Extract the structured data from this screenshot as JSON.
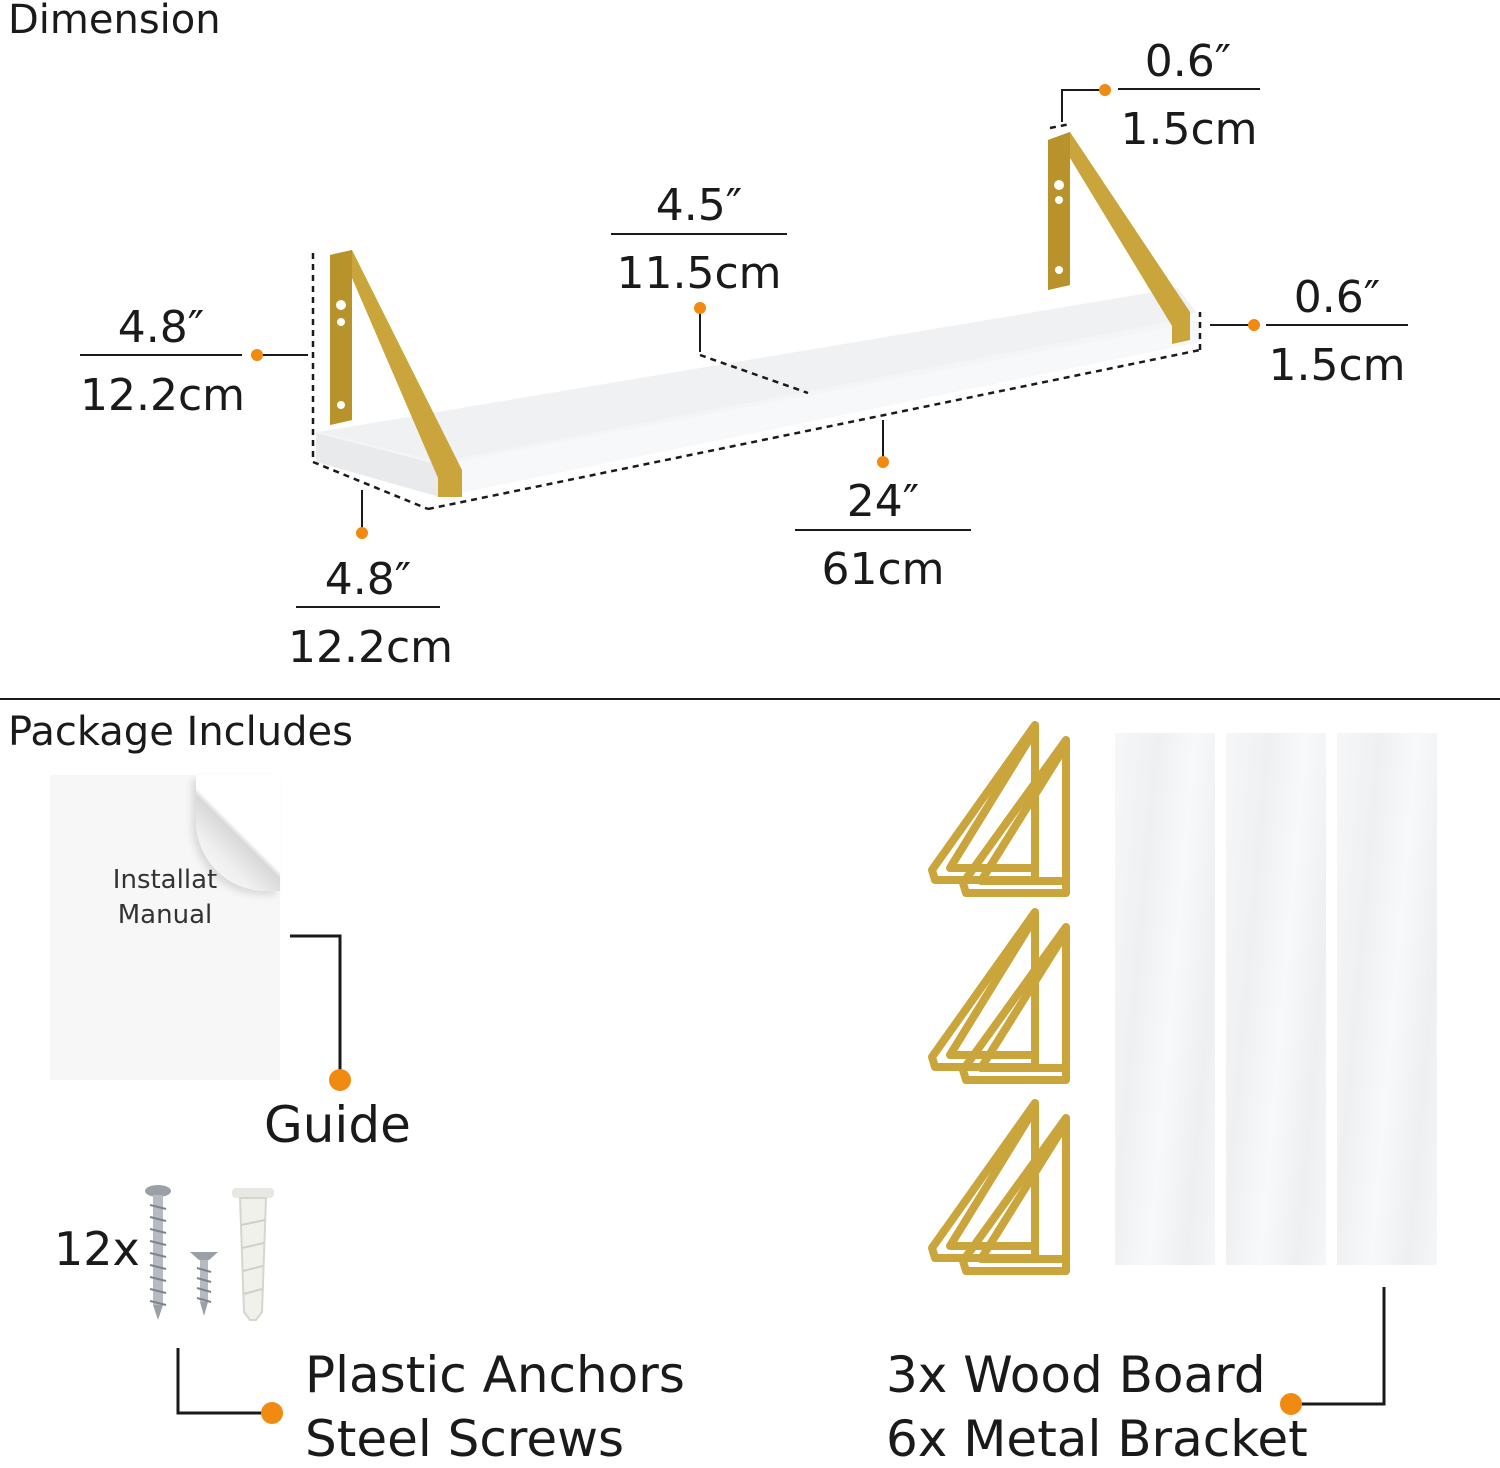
{
  "sections": {
    "dimension_title": "Dimension",
    "package_title": "Package Includes"
  },
  "dimensions": {
    "bracket_top_thickness": {
      "inch": "0.6″",
      "cm": "1.5cm"
    },
    "shelf_depth": {
      "inch": "4.5″",
      "cm": "11.5cm"
    },
    "bracket_height": {
      "inch": "4.8″",
      "cm": "12.2cm"
    },
    "bracket_width": {
      "inch": "0.6″",
      "cm": "1.5cm"
    },
    "shelf_length": {
      "inch": "24″",
      "cm": "61cm"
    },
    "bracket_depth": {
      "inch": "4.8″",
      "cm": "12.2cm"
    }
  },
  "package": {
    "manual_line1": "Installat",
    "manual_line2": "Manual",
    "guide_label": "Guide",
    "hardware_count": "12x",
    "hardware_line1": "Plastic Anchors",
    "hardware_line2": "Steel Screws",
    "boards_line1": "3x Wood Board",
    "brackets_line2": "6x Metal Bracket"
  },
  "colors": {
    "accent_dot": "#f08a10",
    "bracket_gold": "#c9a53c",
    "shelf_white": "#f4f5f6",
    "line": "#1a1a1a"
  }
}
